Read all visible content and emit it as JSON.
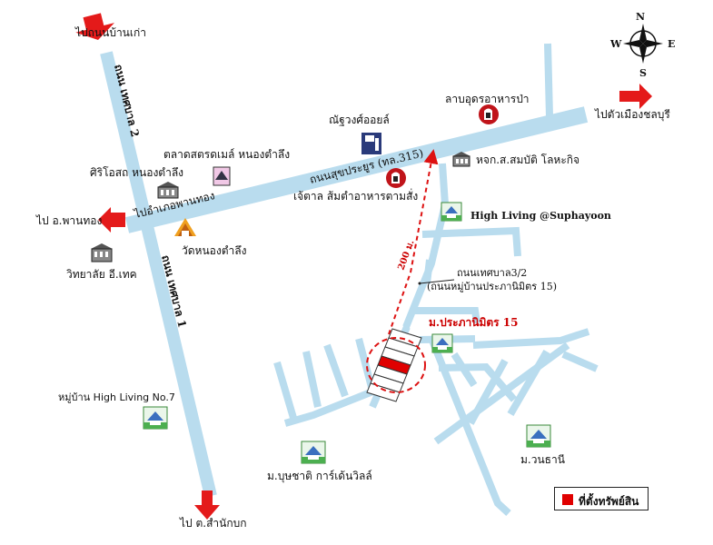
{
  "compass": {
    "n": "N",
    "s": "S",
    "e": "E",
    "w": "W"
  },
  "roads": {
    "main": "ถนนสุขประยูร (ทล.315)",
    "main_west": "ไปอำเภอพานทอง",
    "tesaban2": "ถนน เทศบาล 2",
    "tesaban1": "ถนน เทศบาล 1",
    "soi_name": "ถนนเทศบาล3/2",
    "soi_alias": "(ถนนหมู่บ้านประภานิมิตร 15)",
    "distance": "200 ม."
  },
  "directions": {
    "to_old_road": "ไปถนนบ้านเก่า",
    "to_chonburi": "ไปตัวเมืองชลบุรี",
    "to_phanthong": "ไป อ.พานทอง",
    "to_samnakbok": "ไป ต.สำนักบก"
  },
  "places": {
    "restaurant1": "ลาบอุดรอาหารป่า",
    "gas_station": "ณัฐวงศ์ออยล์",
    "market": "ตลาดสตรดเมล์ หนองตำลึง",
    "hospital": "ศิริโอสถ หนองตำลึง",
    "temple": "วัดหนองตำลึง",
    "college": "วิทยาลัย อี.เทค",
    "restaurant2": "เจ้ตาล ส้มตำอาหารตามสั่ง",
    "shop": "หจก.ส.สมบัติ โลหะกิจ",
    "high_living_sup": "High Living @Suphayoon",
    "prapanimit": "ม.ประภานิมิตร 15",
    "high_living_7": "หมู่บ้าน High Living No.7",
    "boonchai": "ม.บุษชาติ การ์เด้นวิลล์",
    "wanthani": "ม.วนธานี"
  },
  "legend": {
    "label": "ที่ตั้งทรัพย์สิน"
  },
  "colors": {
    "road": "#b9dcee",
    "arrow": "#e41a1a",
    "property": "#e00000",
    "route": "#dd1111"
  }
}
